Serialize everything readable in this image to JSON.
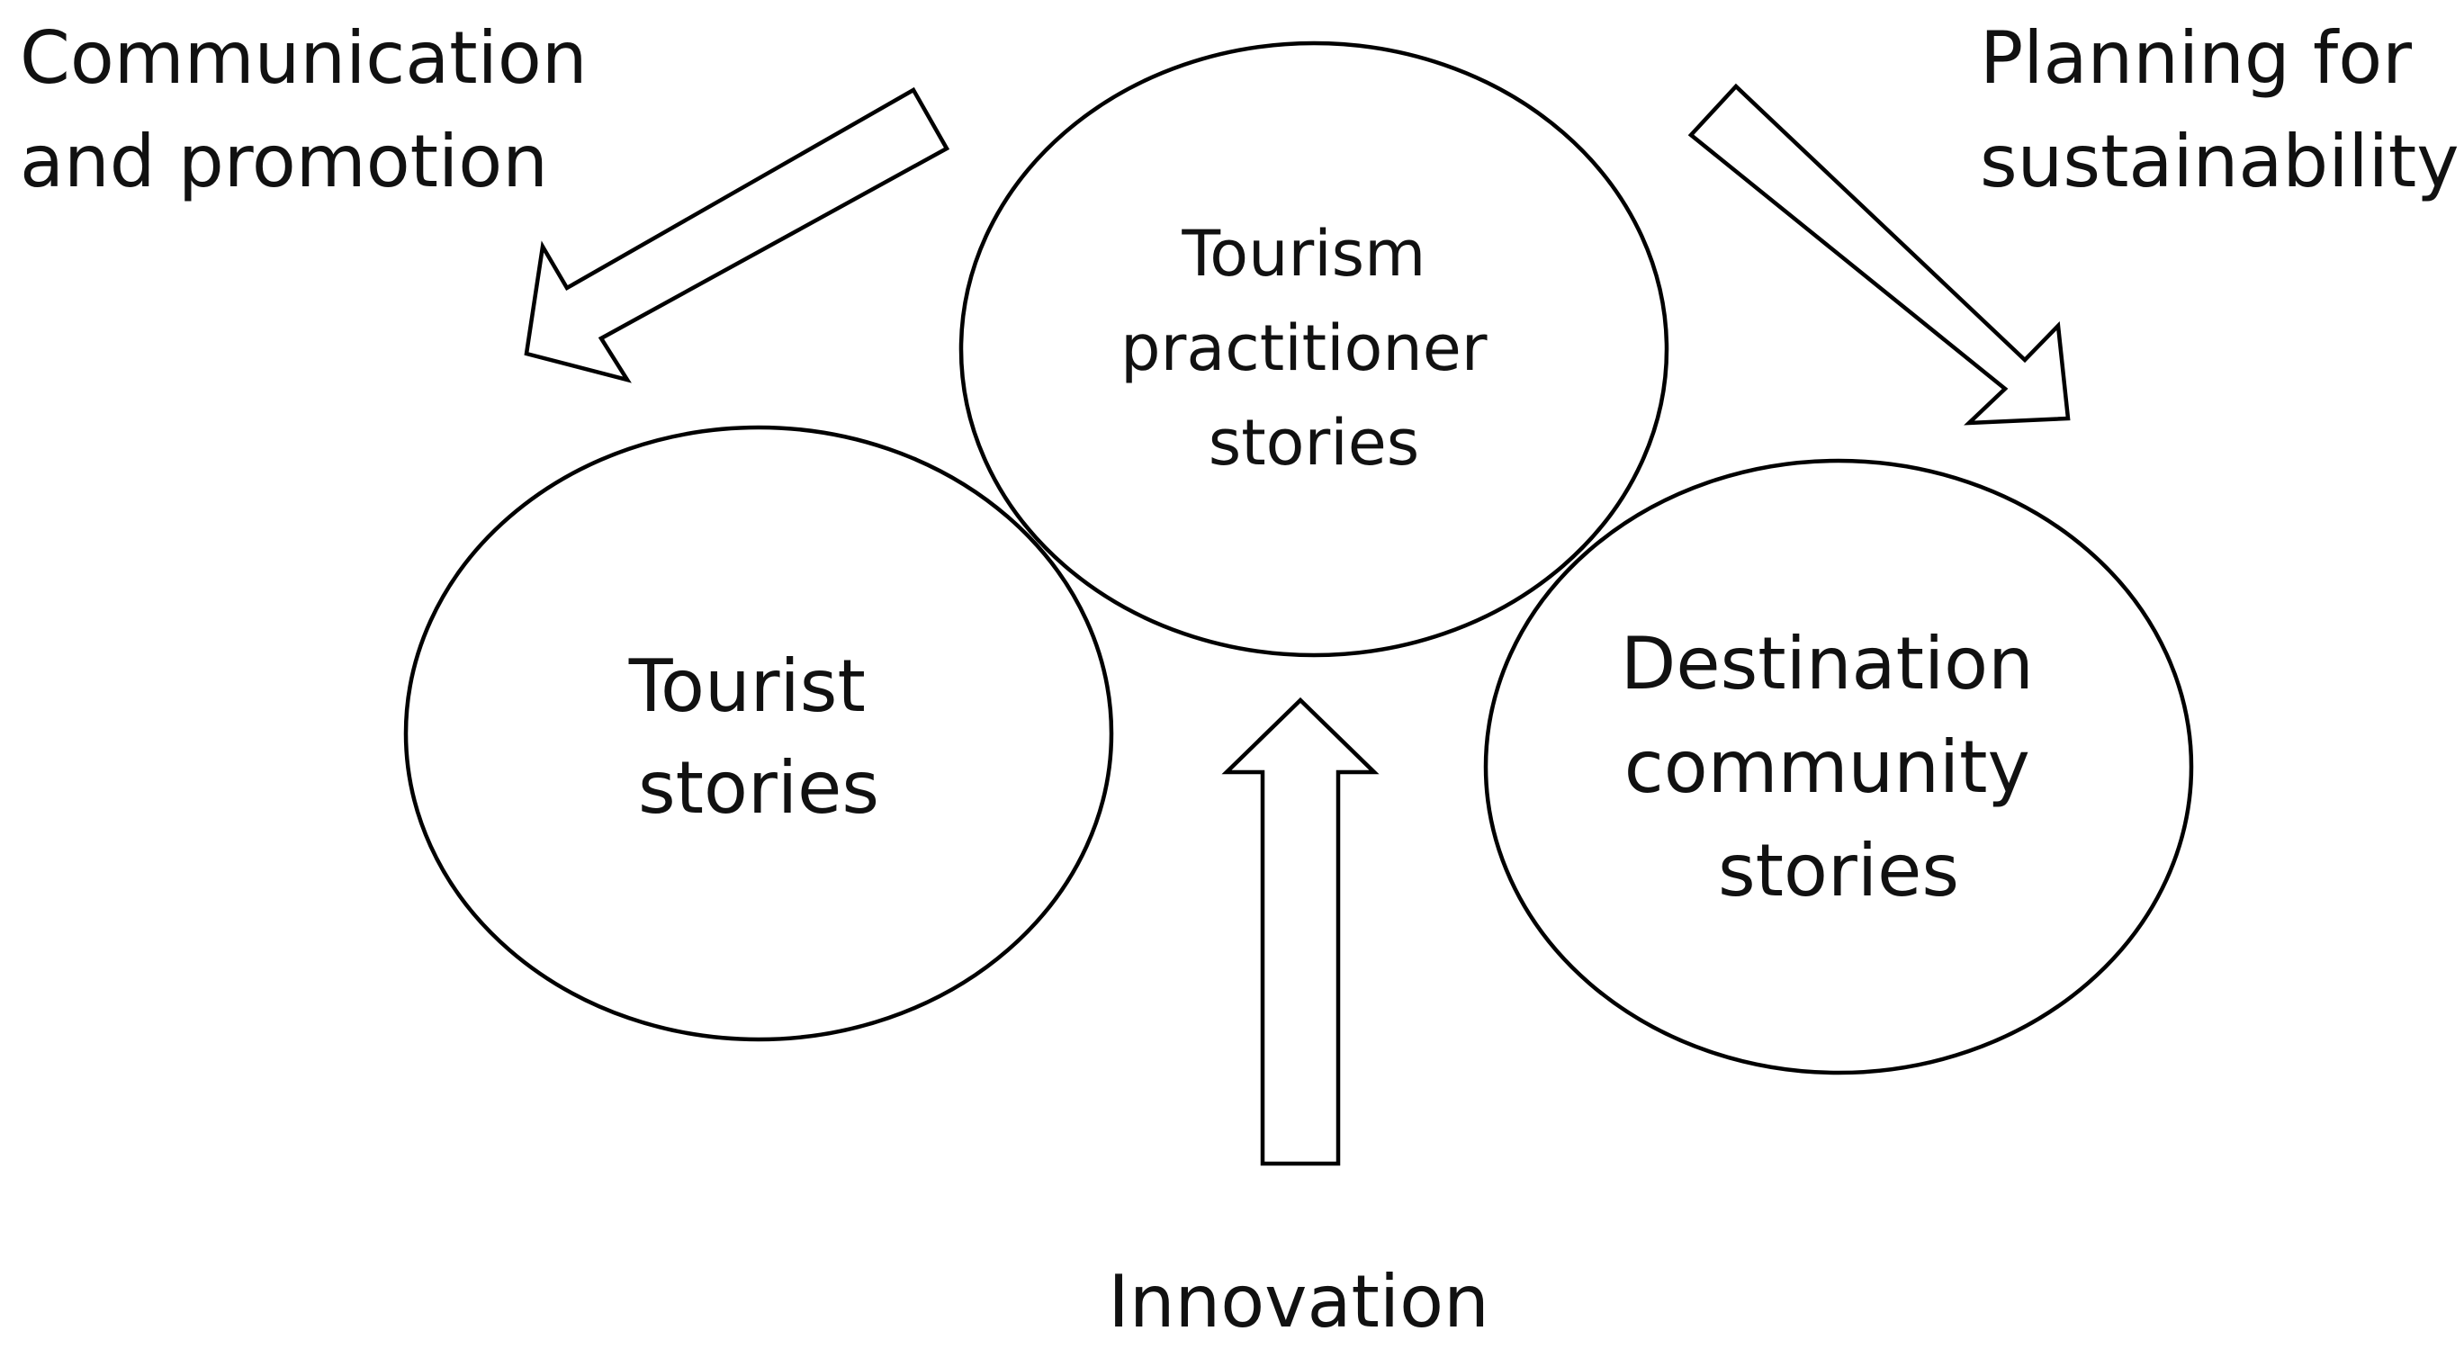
{
  "nodes": {
    "practitioner": {
      "lines": [
        "Tourism",
        "practitioner",
        "stories"
      ]
    },
    "tourist": {
      "lines": [
        "Tourist",
        "stories"
      ]
    },
    "community": {
      "lines": [
        "Destination",
        "community",
        "stories"
      ]
    }
  },
  "arrows": {
    "communication": {
      "lines": [
        "Communication",
        "and promotion"
      ]
    },
    "planning": {
      "lines": [
        "Planning for",
        "sustainability"
      ]
    },
    "innovation": {
      "lines": [
        "Innovation"
      ]
    }
  },
  "colors": {
    "stroke": "#000000",
    "fill": "#ffffff",
    "text": "#111111"
  }
}
